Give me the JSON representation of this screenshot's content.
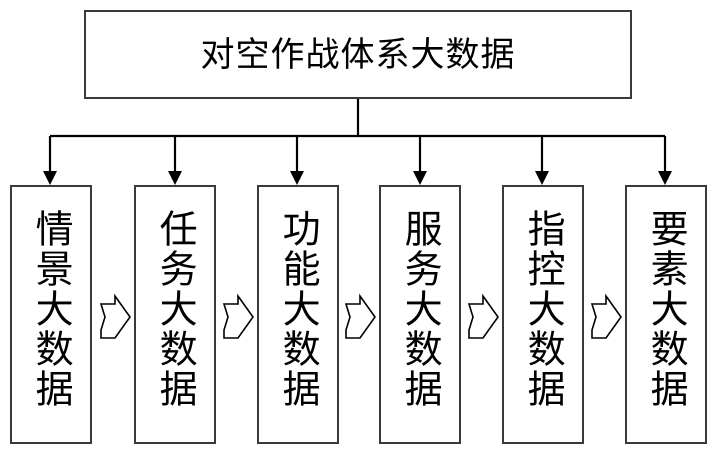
{
  "diagram": {
    "title": "对空作战体系大数据",
    "root": {
      "label": "对空作战体系大数据"
    },
    "leaves": [
      {
        "label": "情景大数据"
      },
      {
        "label": "任务大数据"
      },
      {
        "label": "功能大数据"
      },
      {
        "label": "服务大数据"
      },
      {
        "label": "指控大数据"
      },
      {
        "label": "要素大数据"
      }
    ],
    "flow_arrows": [
      {
        "name": "flow-arrow-1"
      },
      {
        "name": "flow-arrow-2"
      },
      {
        "name": "flow-arrow-3"
      },
      {
        "name": "flow-arrow-4"
      },
      {
        "name": "flow-arrow-5"
      }
    ],
    "colors": {
      "background": "#ffffff",
      "box_border": "#3a3a3a",
      "connector": "#000000",
      "text": "#000000",
      "block_arrow_fill": "#ffffff",
      "block_arrow_stroke": "#000000"
    }
  }
}
